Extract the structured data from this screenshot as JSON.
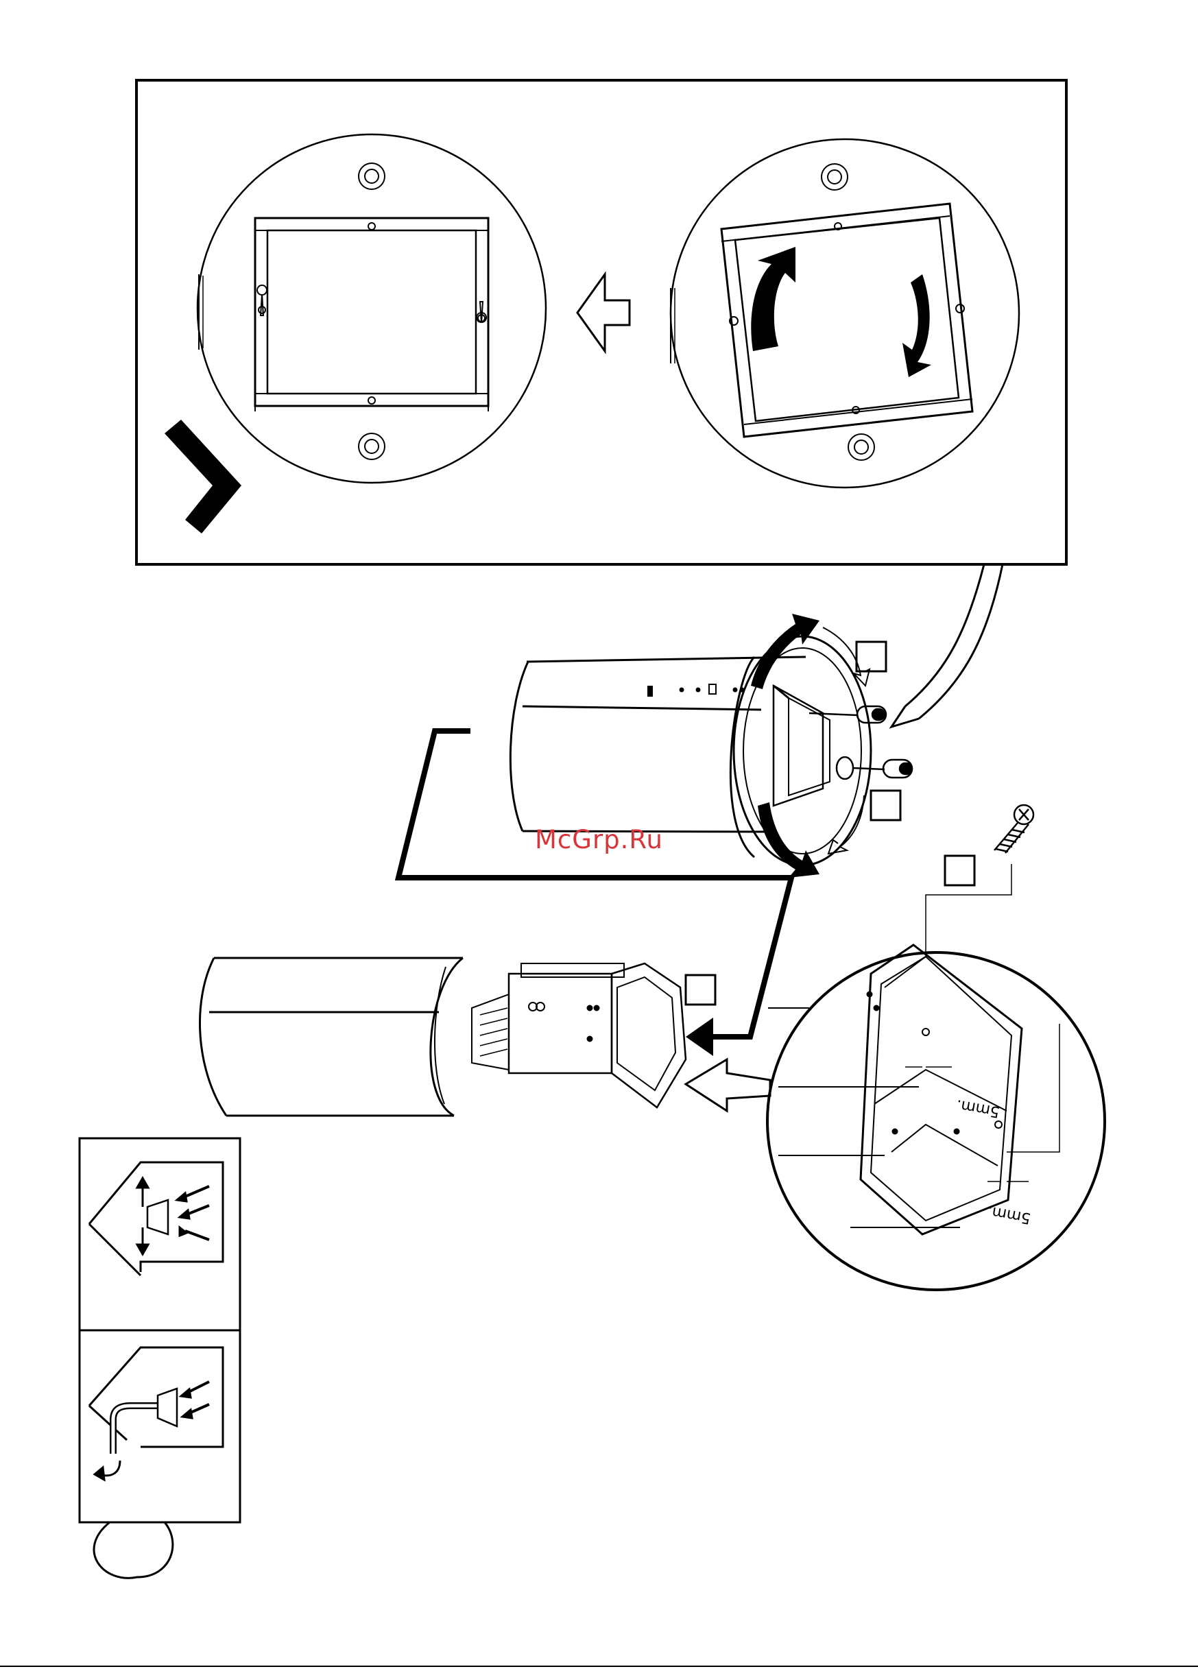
{
  "watermark": "McGrp.Ru",
  "dimensions": {
    "gap_label_upper": "5mm.",
    "gap_label_lower": "5mm."
  },
  "colors": {
    "line": "#000000",
    "watermark": "#d8343a",
    "background": "#ffffff"
  },
  "icons": {
    "mode_recirculation": "recirculation-mode-icon",
    "mode_extraction": "extraction-mode-icon",
    "screw": "screw-icon",
    "screwdriver": "screwdriver-icon"
  }
}
